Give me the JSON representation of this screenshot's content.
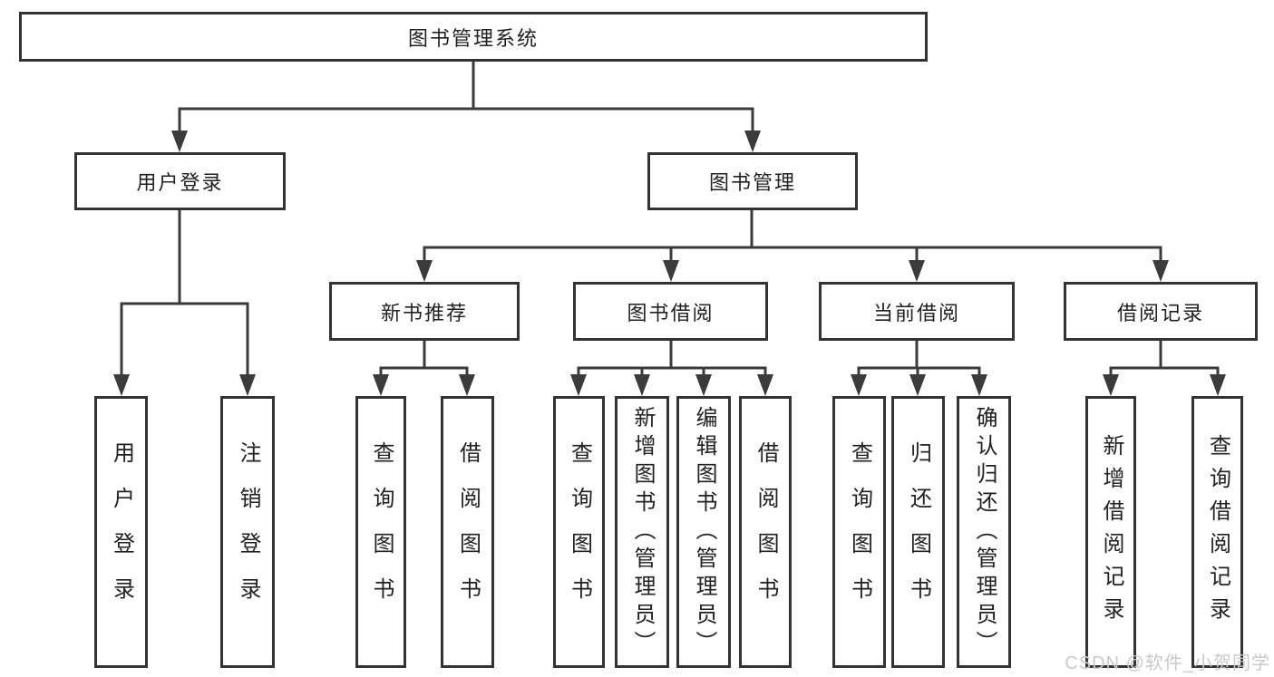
{
  "nodes": {
    "root": "图书管理系统",
    "level2": [
      "用户登录",
      "图书管理"
    ],
    "level3": [
      "新书推荐",
      "图书借阅",
      "当前借阅",
      "借阅记录"
    ],
    "leaves": [
      {
        "parent": "用户登录",
        "label": "用户登录"
      },
      {
        "parent": "用户登录",
        "label": "注销登录"
      },
      {
        "parent": "新书推荐",
        "label": "查询图书"
      },
      {
        "parent": "新书推荐",
        "label": "借阅图书"
      },
      {
        "parent": "图书借阅",
        "label": "查询图书"
      },
      {
        "parent": "图书借阅",
        "label": "新增图书（管理员）"
      },
      {
        "parent": "图书借阅",
        "label": "编辑图书（管理员）"
      },
      {
        "parent": "图书借阅",
        "label": "借阅图书"
      },
      {
        "parent": "当前借阅",
        "label": "查询图书"
      },
      {
        "parent": "当前借阅",
        "label": "归还图书"
      },
      {
        "parent": "当前借阅",
        "label": "确认归还（管理员）"
      },
      {
        "parent": "借阅记录",
        "label": "新增借阅记录"
      },
      {
        "parent": "借阅记录",
        "label": "查询借阅记录"
      }
    ]
  },
  "watermark": "CSDN @软件_小贺同学",
  "colors": {
    "line": "#3b3b3b",
    "border": "#333333",
    "fill": "#ffffff",
    "text": "#212121",
    "watermark": "#c9c9ce",
    "background": "#ffffff"
  }
}
